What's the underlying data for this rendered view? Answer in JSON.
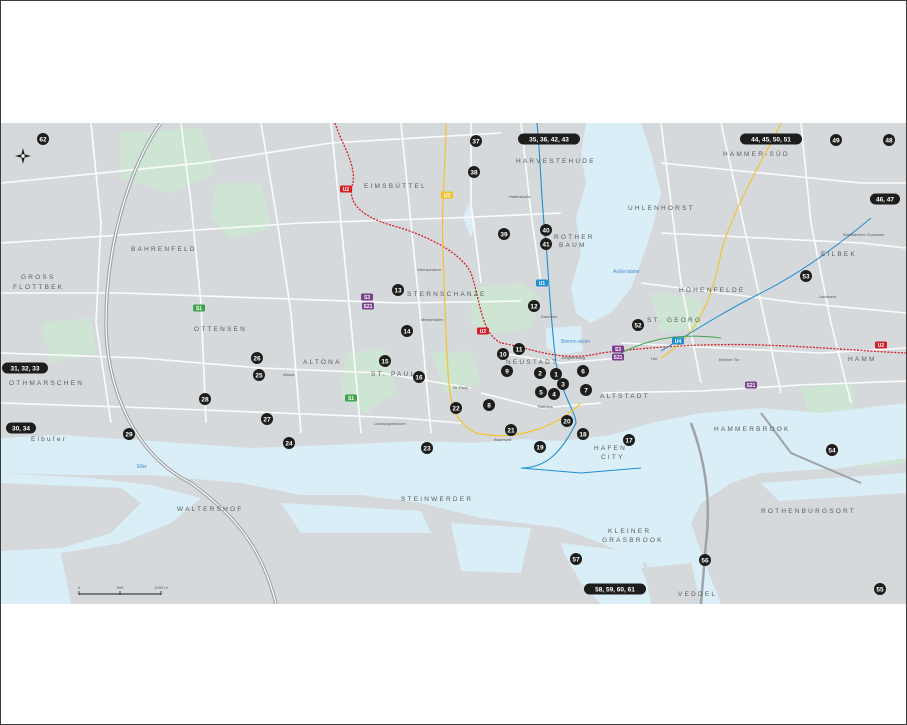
{
  "map": {
    "scale": {
      "zero": "0",
      "mid": "500",
      "end": "1000 m"
    },
    "districts": [
      {
        "id": "eimsbuttel",
        "label": "EIMSBÜTTEL"
      },
      {
        "id": "harvestehude",
        "label": "HARVESTEHUDE"
      },
      {
        "id": "uhlenhorst",
        "label": "UHLENHORST"
      },
      {
        "id": "hamm-sud",
        "label": "HAMMER-SÜD"
      },
      {
        "id": "bahrenfeld",
        "label": "BAHRENFELD"
      },
      {
        "id": "rotherbaum-1",
        "label": "ROTHER"
      },
      {
        "id": "rotherbaum-2",
        "label": "BAUM"
      },
      {
        "id": "eilbek",
        "label": "EILBEK"
      },
      {
        "id": "gross-1",
        "label": "GROSS"
      },
      {
        "id": "gross-2",
        "label": "FLOTTBEK"
      },
      {
        "id": "sternschanze",
        "label": "STERNSCHANZE"
      },
      {
        "id": "hohenfelde",
        "label": "HOHENFELDE"
      },
      {
        "id": "ottensen",
        "label": "OTTENSEN"
      },
      {
        "id": "st-georg",
        "label": "ST. GEORG"
      },
      {
        "id": "altona",
        "label": "ALTONA"
      },
      {
        "id": "neustadt",
        "label": "NEUSTADT"
      },
      {
        "id": "hamm",
        "label": "HAMM"
      },
      {
        "id": "othmarschen",
        "label": "OTHMARSCHEN"
      },
      {
        "id": "st-pauli",
        "label": "ST. PAULI"
      },
      {
        "id": "altstadt",
        "label": "ALTSTADT"
      },
      {
        "id": "hammerbrook",
        "label": "HAMMERBROOK"
      },
      {
        "id": "elbufer",
        "label": "Elbufer"
      },
      {
        "id": "hafencity-1",
        "label": "HAFEN"
      },
      {
        "id": "hafencity-2",
        "label": "CITY"
      },
      {
        "id": "steinwerder",
        "label": "STEINWERDER"
      },
      {
        "id": "waltershof",
        "label": "WALTERSHOF"
      },
      {
        "id": "rothenburgsort",
        "label": "ROTHENBURGSORT"
      },
      {
        "id": "kleiner-1",
        "label": "KLEINER"
      },
      {
        "id": "kleiner-2",
        "label": "GRASBROOK"
      },
      {
        "id": "veddel",
        "label": "VEDDEL"
      }
    ],
    "water_labels": [
      {
        "id": "elbe",
        "label": "Elbe"
      },
      {
        "id": "aussenalster",
        "label": "Außenalster"
      },
      {
        "id": "binnenalster",
        "label": "Binnen-alster"
      }
    ],
    "places": [
      {
        "id": "landungsbrucken",
        "label": "Landungsbrücken"
      },
      {
        "id": "st-pauli-station",
        "label": "St. Pauli"
      },
      {
        "id": "hbf",
        "label": "Hbf"
      },
      {
        "id": "dammtor",
        "label": "Dammtor"
      },
      {
        "id": "altona-station",
        "label": "Altona"
      },
      {
        "id": "jungfernstieg",
        "label": "Jungfernstieg"
      },
      {
        "id": "rathaus",
        "label": "Rathaus"
      },
      {
        "id": "baumwall",
        "label": "Baumwall"
      },
      {
        "id": "sternschanze-station",
        "label": "Sternschanze"
      },
      {
        "id": "messehallen",
        "label": "Messehallen"
      },
      {
        "id": "hallerstrasse",
        "label": "Hallerstraße"
      },
      {
        "id": "berliner-tor",
        "label": "Berliner Tor"
      },
      {
        "id": "wandsbeker-chaussee",
        "label": "Wandsbeker Chaussee"
      },
      {
        "id": "landwehr",
        "label": "Landwehr"
      }
    ],
    "line_labels": [
      "U2",
      "U2",
      "U2",
      "U3",
      "U1",
      "U4",
      "S1",
      "S3",
      "S21",
      "S3",
      "S21",
      "S21",
      "S1"
    ],
    "markers": [
      "1",
      "2",
      "3",
      "4",
      "5",
      "6",
      "7",
      "8",
      "9",
      "10",
      "11",
      "12",
      "13",
      "14",
      "15",
      "16",
      "17",
      "18",
      "19",
      "20",
      "21",
      "22",
      "23",
      "24",
      "25",
      "26",
      "27",
      "28",
      "29",
      "30, 34",
      "31, 32, 33",
      "35, 36, 42, 43",
      "37",
      "38",
      "39",
      "40",
      "41",
      "44, 45, 50, 51",
      "46, 47",
      "48",
      "49",
      "52",
      "53",
      "54",
      "55",
      "56",
      "57",
      "58, 59, 60, 61",
      "62"
    ]
  },
  "colors": {
    "land": "#d7dadd",
    "water": "#daeef8",
    "park": "#cfe5d4",
    "u_line_red": "#d32027",
    "u_line_blue": "#1f8fd0",
    "u_line_yellow": "#f4c327",
    "s_line_green": "#3fa34d",
    "s_line_purple": "#7b3f8c",
    "marker": "#1d1d1b"
  }
}
